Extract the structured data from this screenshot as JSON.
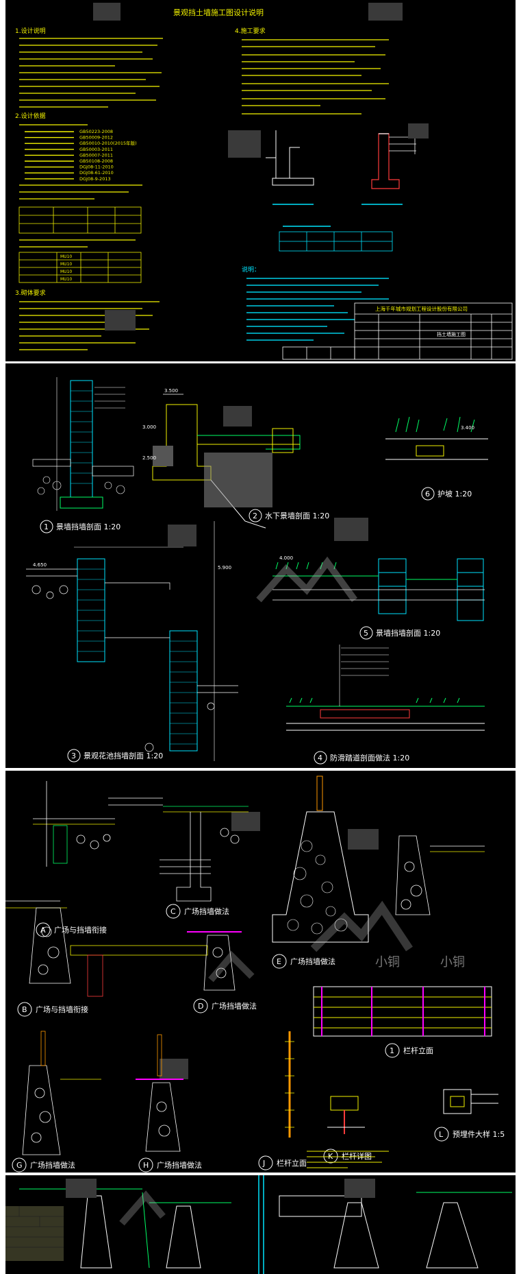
{
  "sheet1": {
    "title": "景观挡土墙施工图设计说明",
    "section1_heading": "1.设计说明",
    "section2_heading": "2.设计依据",
    "section3_heading": "3.砌体要求",
    "section4_heading": "4.施工要求",
    "notes_heading": "说明：",
    "company": "上海千年城市规划工程设计股份有限公司",
    "drawing_name": "挡土墙施工图",
    "standards": [
      "GB50223-2008",
      "GB50009-2012",
      "GB50010-2010(2015年版)",
      "GB50003-2011",
      "GB50007-2011",
      "GB50108-2008",
      "DGJ08-11-2010",
      "DGJ08-61-2010",
      "DGJ08-9-2013"
    ],
    "table_rows": [
      "MU10",
      "MU10",
      "MU10",
      "MU10"
    ]
  },
  "sheet2": {
    "labels": [
      {
        "num": "1",
        "text": "景墙挡墙剖面 1:20"
      },
      {
        "num": "2",
        "text": "水下景墙剖面 1:20"
      },
      {
        "num": "6",
        "text": "护坡 1:20"
      },
      {
        "num": "3",
        "text": "景观花池挡墙剖面 1:20"
      },
      {
        "num": "4",
        "text": "防滑踏道剖面做法 1:20"
      },
      {
        "num": "5",
        "text": "景墙挡墙剖面 1:20"
      }
    ],
    "dims": [
      "3.500",
      "3.000",
      "2.500",
      "3.400",
      "4.650",
      "4.000",
      "5.900"
    ]
  },
  "sheet3": {
    "labels": [
      {
        "num": "A",
        "text": "广场与挡墙衔接"
      },
      {
        "num": "C",
        "text": "广场挡墙做法"
      },
      {
        "num": "E",
        "text": "广场挡墙做法"
      },
      {
        "num": "B",
        "text": "广场与挡墙衔接"
      },
      {
        "num": "D",
        "text": "广场挡墙做法"
      },
      {
        "num": "1",
        "text": "栏杆立面"
      },
      {
        "num": "G",
        "text": "广场挡墙做法"
      },
      {
        "num": "H",
        "text": "广场挡墙做法"
      },
      {
        "num": "J",
        "text": "栏杆立面"
      },
      {
        "num": "K",
        "text": "栏杆详图"
      },
      {
        "num": "L",
        "text": "预埋件大样 1:5"
      }
    ],
    "watermark": "小铜"
  }
}
